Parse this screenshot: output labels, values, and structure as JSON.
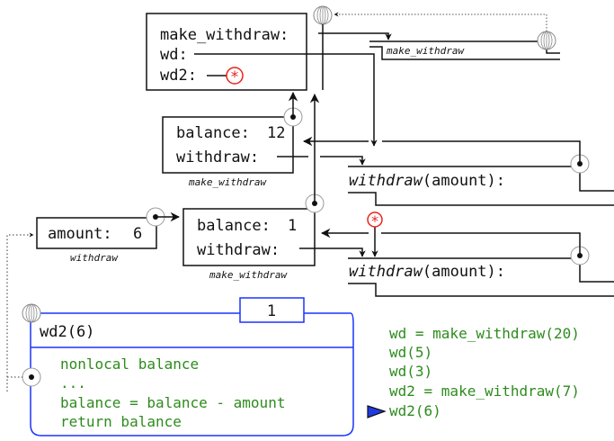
{
  "global_frame": {
    "bindings": [
      {
        "name": "make_withdraw:"
      },
      {
        "name": "wd:"
      },
      {
        "name": "wd2:"
      }
    ]
  },
  "function_objects": {
    "make_withdraw": {
      "label": "make_withdraw"
    },
    "withdraw_1": {
      "signature_name": "withdraw",
      "signature_params": "(amount):"
    },
    "withdraw_2": {
      "signature_name": "withdraw",
      "signature_params": "(amount):"
    }
  },
  "frames": {
    "make_withdraw_1": {
      "label": "make_withdraw",
      "balance_label": "balance:",
      "balance_value": "12",
      "withdraw_label": "withdraw:"
    },
    "make_withdraw_2": {
      "label": "make_withdraw",
      "balance_label": "balance:",
      "balance_value": "1",
      "withdraw_label": "withdraw:"
    },
    "withdraw_call": {
      "label": "withdraw",
      "amount_label": "amount:",
      "amount_value": "6"
    }
  },
  "call_box": {
    "title": "wd2(6)",
    "return_value": "1",
    "body_lines": [
      "nonlocal balance",
      "...",
      "balance = balance - amount",
      "return balance"
    ]
  },
  "program": {
    "lines": [
      "wd = make_withdraw(20)",
      "wd(5)",
      "wd(3)",
      "wd2 = make_withdraw(7)",
      "wd2(6)"
    ],
    "current_line_index": 4
  },
  "colors": {
    "code_green": "#2e8b1e",
    "call_box_blue": "#1a33ff",
    "pointer_marker_red": "#e8231c",
    "current_line_arrow": "#1f3be0"
  }
}
